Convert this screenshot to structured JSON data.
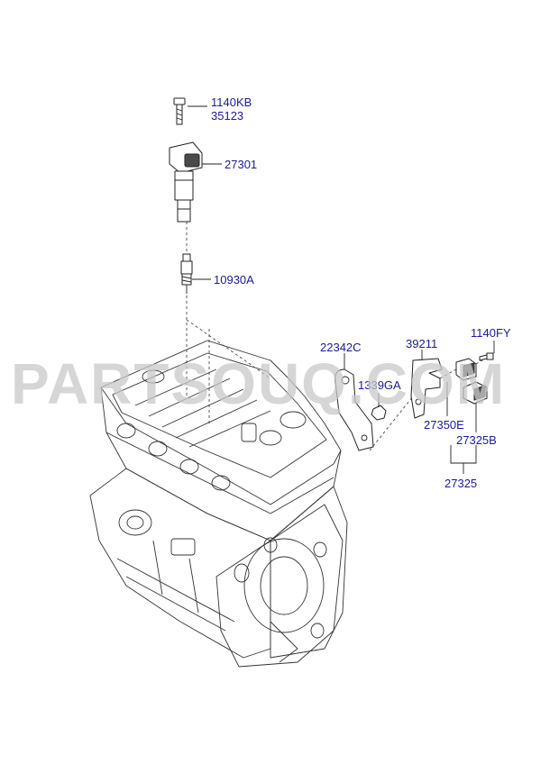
{
  "watermark": "PARTSOUQ.COM",
  "part_labels": {
    "bolt_1": "1140KB",
    "bolt_2": "35123",
    "ignition_coil": "27301",
    "spark_plug": "10930A",
    "bracket": "22342C",
    "nut": "1339GA",
    "sensor_bracket": "39211",
    "bolt_3": "1140FY",
    "sensor_body": "27350E",
    "connector": "27325B",
    "sensor_assy": "27325"
  },
  "colors": {
    "label": "#1a1a9a",
    "line": "#222222",
    "watermark": "#c9c9c9"
  }
}
